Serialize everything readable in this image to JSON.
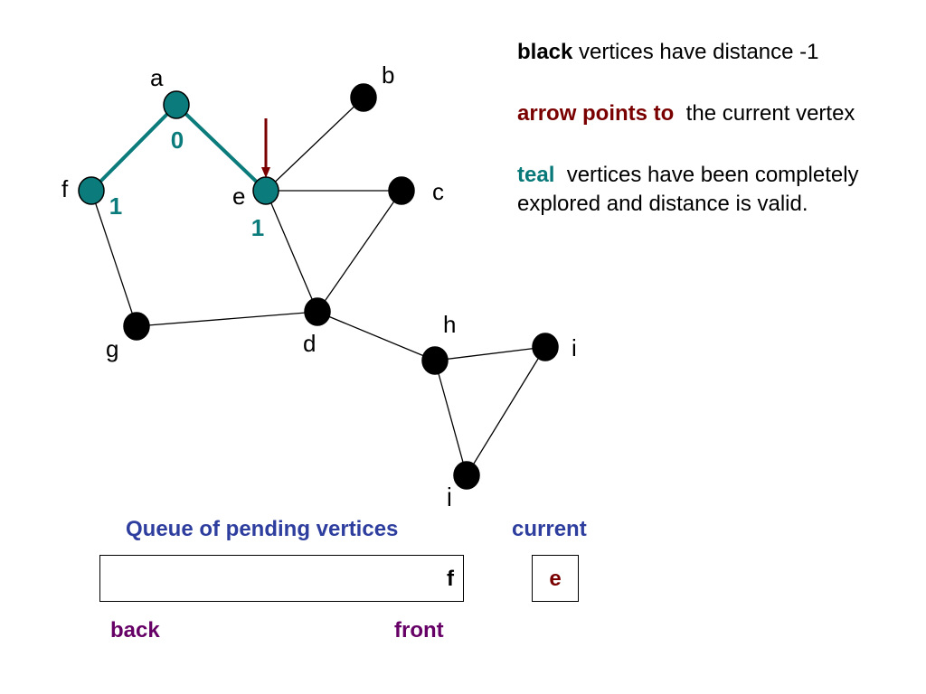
{
  "legend": {
    "black_keyword": "black",
    "black_text": " vertices have distance -1",
    "arrow_keyword": "arrow points to",
    "arrow_text": "  the current vertex",
    "teal_keyword": "teal",
    "teal_text": "  vertices have been completely explored and distance is valid."
  },
  "graph": {
    "colors": {
      "black": "#000000",
      "teal": "#0b7b7b",
      "arrow": "#7a0000"
    },
    "vertices": [
      {
        "id": "a",
        "label": "a",
        "state": "teal",
        "distance": "0"
      },
      {
        "id": "b",
        "label": "b",
        "state": "black",
        "distance": ""
      },
      {
        "id": "c",
        "label": "c",
        "state": "black",
        "distance": ""
      },
      {
        "id": "d",
        "label": "d",
        "state": "black",
        "distance": ""
      },
      {
        "id": "e",
        "label": "e",
        "state": "teal",
        "distance": "1"
      },
      {
        "id": "f",
        "label": "f",
        "state": "teal",
        "distance": "1"
      },
      {
        "id": "g",
        "label": "g",
        "state": "black",
        "distance": ""
      },
      {
        "id": "h",
        "label": "h",
        "state": "black",
        "distance": ""
      },
      {
        "id": "i",
        "label": "i",
        "state": "black",
        "distance": ""
      },
      {
        "id": "j",
        "label": "j",
        "state": "black",
        "distance": ""
      }
    ],
    "edges": [
      {
        "from": "a",
        "to": "f",
        "tree": true
      },
      {
        "from": "a",
        "to": "e",
        "tree": true
      },
      {
        "from": "e",
        "to": "b",
        "tree": false
      },
      {
        "from": "e",
        "to": "c",
        "tree": false
      },
      {
        "from": "e",
        "to": "d",
        "tree": false
      },
      {
        "from": "c",
        "to": "d",
        "tree": false
      },
      {
        "from": "f",
        "to": "g",
        "tree": false
      },
      {
        "from": "g",
        "to": "d",
        "tree": false
      },
      {
        "from": "d",
        "to": "h",
        "tree": false
      },
      {
        "from": "h",
        "to": "i",
        "tree": false
      },
      {
        "from": "h",
        "to": "j",
        "tree": false
      },
      {
        "from": "i",
        "to": "j",
        "tree": false
      }
    ],
    "current_vertex": "e"
  },
  "queue": {
    "title": "Queue of pending vertices",
    "items": [
      "f"
    ],
    "back_label": "back",
    "front_label": "front"
  },
  "current": {
    "title": "current",
    "value": "e"
  }
}
